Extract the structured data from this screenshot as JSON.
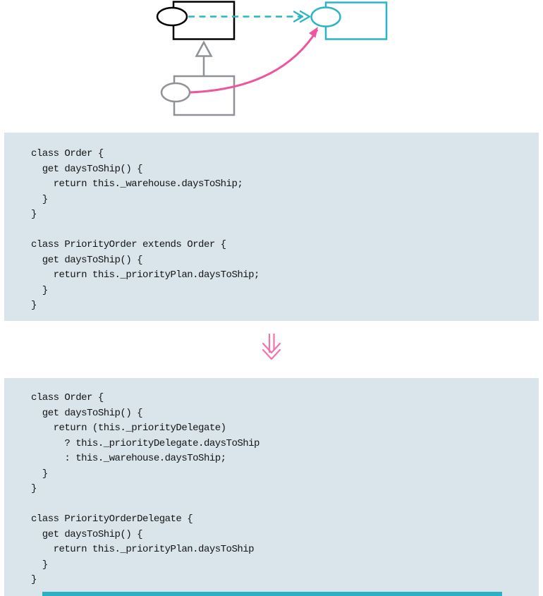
{
  "figure": {
    "kind": "refactoring-figure",
    "sections": [
      "uml-diagram",
      "code-before",
      "transform-arrow",
      "code-after",
      "bottom-rule"
    ]
  },
  "diagram": {
    "nodes": [
      {
        "id": "superclass-box",
        "shape": "rect-with-ellipse",
        "color": "#000000"
      },
      {
        "id": "delegate-box",
        "shape": "rect-with-ellipse",
        "color": "#29b5c6"
      },
      {
        "id": "subclass-box",
        "shape": "rect-with-ellipse",
        "color": "#8f9397"
      }
    ],
    "edges": [
      {
        "id": "dependency-edge",
        "style": "dashed-open-arrow",
        "color": "#29b5c6",
        "from": "superclass-box",
        "to": "delegate-box"
      },
      {
        "id": "inheritance-edge",
        "style": "hollow-triangle",
        "color": "#8f9397",
        "from": "subclass-box",
        "to": "superclass-box"
      },
      {
        "id": "delegation-edge",
        "style": "curved-filled-arrow",
        "color": "#ee559d",
        "from": "subclass-box",
        "to": "delegate-box"
      }
    ]
  },
  "code": {
    "before": "class Order {\n  get daysToShip() {\n    return this._warehouse.daysToShip;\n  }\n}\n\nclass PriorityOrder extends Order {\n  get daysToShip() {\n    return this._priorityPlan.daysToShip;\n  }\n}",
    "after": "class Order {\n  get daysToShip() {\n    return (this._priorityDelegate)\n      ? this._priorityDelegate.daysToShip\n      : this._warehouse.daysToShip;\n  }\n}\n\nclass PriorityOrderDelegate {\n  get daysToShip() {\n    return this._priorityPlan.daysToShip\n  }\n}"
  },
  "transform_arrow": {
    "direction": "down",
    "color": "#f075ac"
  },
  "colors": {
    "code_background": "#d9e4eb",
    "code_text": "#141414",
    "cyan_accent": "#29b5c6",
    "pink_accent": "#ee559d",
    "gray_accent": "#8f9397",
    "black_accent": "#000000",
    "bottom_rule": "#2ab2c3"
  }
}
